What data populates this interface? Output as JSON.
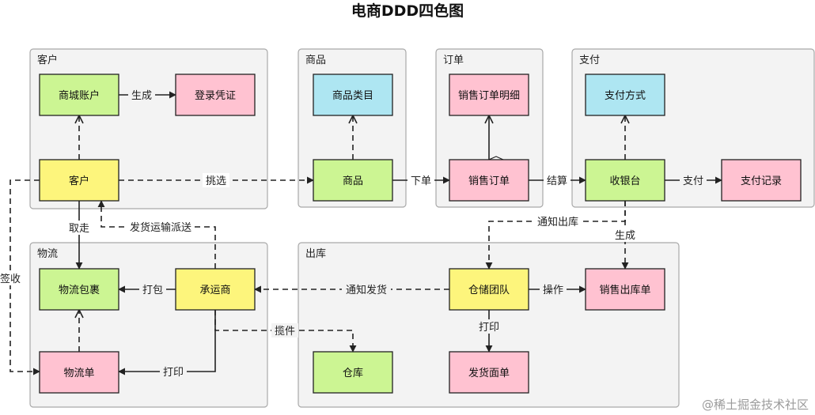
{
  "title": "电商DDD四色图",
  "watermark": "@稀土掘金技术社区",
  "colors": {
    "green": "#ccf593",
    "pink": "#ffc2d1",
    "blue": "#aee6f2",
    "yellow": "#fdf57c"
  },
  "groups": {
    "customer": "客户",
    "product": "商品",
    "order": "订单",
    "payment": "支付",
    "logistics": "物流",
    "outbound": "出库"
  },
  "nodes": {
    "mall_account": {
      "label": "商城账户",
      "color": "green"
    },
    "login_credential": {
      "label": "登录凭证",
      "color": "pink"
    },
    "customer": {
      "label": "客户",
      "color": "yellow"
    },
    "product_category": {
      "label": "商品类目",
      "color": "blue"
    },
    "product": {
      "label": "商品",
      "color": "green"
    },
    "sales_order_detail": {
      "label": "销售订单明细",
      "color": "pink"
    },
    "sales_order": {
      "label": "销售订单",
      "color": "pink"
    },
    "payment_method": {
      "label": "支付方式",
      "color": "blue"
    },
    "cashier": {
      "label": "收银台",
      "color": "green"
    },
    "payment_record": {
      "label": "支付记录",
      "color": "pink"
    },
    "logistics_package": {
      "label": "物流包裹",
      "color": "green"
    },
    "carrier": {
      "label": "承运商",
      "color": "yellow"
    },
    "warehouse_team": {
      "label": "仓储团队",
      "color": "yellow"
    },
    "sales_outbound": {
      "label": "销售出库单",
      "color": "pink"
    },
    "logistics_order": {
      "label": "物流单",
      "color": "pink"
    },
    "warehouse": {
      "label": "仓库",
      "color": "green"
    },
    "shipping_sheet": {
      "label": "发货面单",
      "color": "pink"
    }
  },
  "edges": {
    "generate": "生成",
    "pick": "挑选",
    "place_order": "下单",
    "settle": "结算",
    "pay": "支付",
    "pickup": "取走",
    "ship_dispatch": "发货运输派送",
    "notify_outbound": "通知出库",
    "generate2": "生成",
    "sign": "签收",
    "pack": "打包",
    "notify_ship": "通知发货",
    "operate": "操作",
    "collect": "揽件",
    "print": "打印",
    "print2": "打印"
  }
}
